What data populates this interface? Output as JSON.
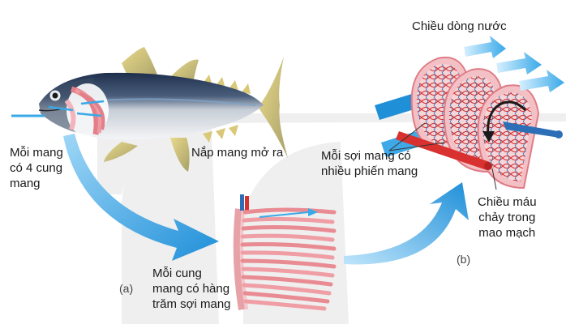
{
  "labels": {
    "gill_arches": "Mỗi mang\ncó 4 cung\nmang",
    "operculum_open": "Nắp mang mở ra",
    "water_flow": "Chiều dòng nước",
    "filament_lamellae": "Mỗi sợi mang có\nnhiều phiến mang",
    "blood_flow": "Chiều máu\nchảy trong\nmao mạch",
    "arch_filaments": "Mỗi cung\nmang có hàng\ntrăm sợi mang",
    "panel_a": "(a)",
    "panel_b": "(b)"
  },
  "colors": {
    "water_arrow": "#38a9e8",
    "gill_pink": "#e98b93",
    "artery_red": "#d8312f",
    "vein_blue": "#2c6fb6",
    "watermark": "#eeeeee"
  }
}
